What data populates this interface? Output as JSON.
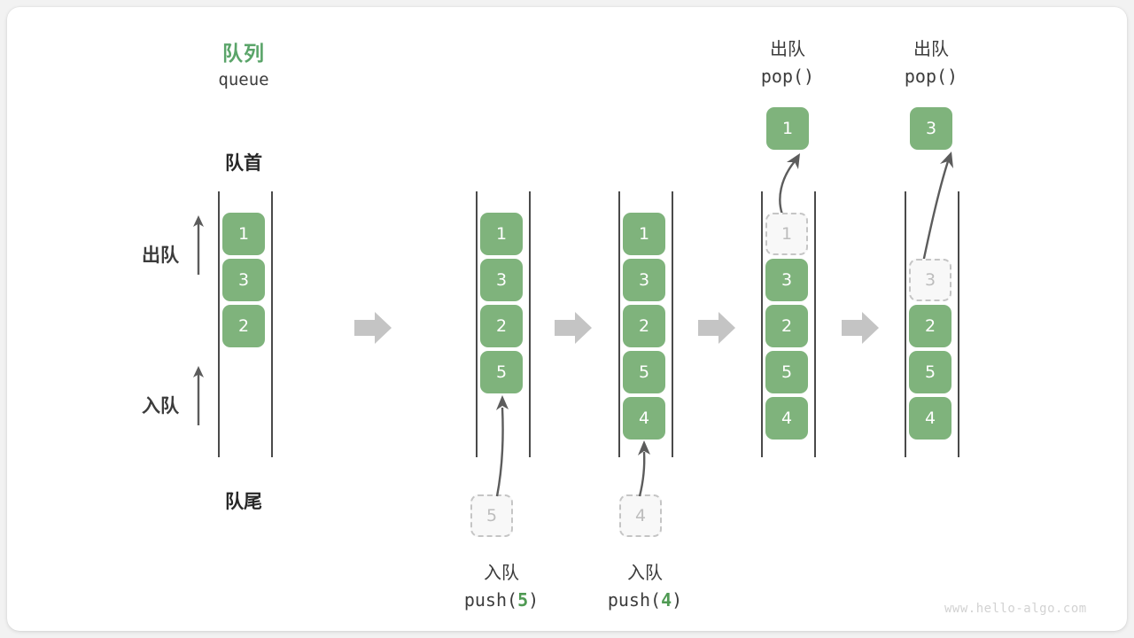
{
  "diagram": {
    "title_cn": "队列",
    "title_en": "queue",
    "front_label": "队首",
    "rear_label": "队尾",
    "dequeue_label": "出队",
    "enqueue_label": "入队",
    "watermark": "www.hello-algo.com",
    "accent_color": "#5aa469",
    "cell_color": "#7fb37c",
    "ghost_color": "#bdbdbd",
    "arrow_color": "#c4c4c4"
  },
  "columns": [
    {
      "id": "initial",
      "cells": [
        {
          "value": "1",
          "state": "filled"
        },
        {
          "value": "3",
          "state": "filled"
        },
        {
          "value": "2",
          "state": "filled"
        }
      ]
    },
    {
      "id": "after-push-5",
      "cells": [
        {
          "value": "1",
          "state": "filled"
        },
        {
          "value": "3",
          "state": "filled"
        },
        {
          "value": "2",
          "state": "filled"
        },
        {
          "value": "5",
          "state": "filled"
        }
      ],
      "incoming": {
        "value": "5",
        "state": "ghost"
      },
      "caption_cn": "入队",
      "caption_fn_pre": "push(",
      "caption_fn_arg": "5",
      "caption_fn_post": ")"
    },
    {
      "id": "after-push-4",
      "cells": [
        {
          "value": "1",
          "state": "filled"
        },
        {
          "value": "3",
          "state": "filled"
        },
        {
          "value": "2",
          "state": "filled"
        },
        {
          "value": "5",
          "state": "filled"
        },
        {
          "value": "4",
          "state": "filled"
        }
      ],
      "incoming": {
        "value": "4",
        "state": "ghost"
      },
      "caption_cn": "入队",
      "caption_fn_pre": "push(",
      "caption_fn_arg": "4",
      "caption_fn_post": ")"
    },
    {
      "id": "after-pop-1",
      "cells": [
        {
          "value": "1",
          "state": "ghost"
        },
        {
          "value": "3",
          "state": "filled"
        },
        {
          "value": "2",
          "state": "filled"
        },
        {
          "value": "5",
          "state": "filled"
        },
        {
          "value": "4",
          "state": "filled"
        }
      ],
      "outgoing": {
        "value": "1",
        "state": "float"
      },
      "header_cn": "出队",
      "header_fn": "pop()"
    },
    {
      "id": "after-pop-3",
      "cells": [
        {
          "value": "",
          "state": "empty"
        },
        {
          "value": "3",
          "state": "ghost"
        },
        {
          "value": "2",
          "state": "filled"
        },
        {
          "value": "5",
          "state": "filled"
        },
        {
          "value": "4",
          "state": "filled"
        }
      ],
      "outgoing": {
        "value": "3",
        "state": "float"
      },
      "header_cn": "出队",
      "header_fn": "pop()"
    }
  ],
  "step_arrows": [
    {
      "id": "step-arrow-1"
    },
    {
      "id": "step-arrow-2"
    },
    {
      "id": "step-arrow-3"
    },
    {
      "id": "step-arrow-4"
    }
  ]
}
